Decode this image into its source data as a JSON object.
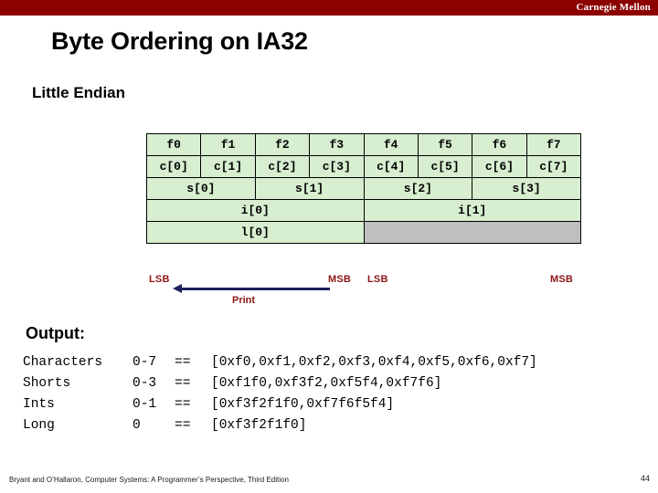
{
  "brand": {
    "name": "Carnegie Mellon",
    "bar_color": "#8C0000"
  },
  "slide": {
    "title": "Byte Ordering on IA32",
    "section_heading": "Little Endian"
  },
  "memory_table": {
    "colors": {
      "cell_fill": "#D7EED0",
      "empty_fill": "#BFBFBF",
      "border": "#000000"
    },
    "rows": {
      "addresses": [
        "f0",
        "f1",
        "f2",
        "f3",
        "f4",
        "f5",
        "f6",
        "f7"
      ],
      "chars": [
        "c[0]",
        "c[1]",
        "c[2]",
        "c[3]",
        "c[4]",
        "c[5]",
        "c[6]",
        "c[7]"
      ],
      "shorts": [
        "s[0]",
        "s[1]",
        "s[2]",
        "s[3]"
      ],
      "ints": [
        "i[0]",
        "i[1]"
      ],
      "longs": [
        "l[0]"
      ]
    }
  },
  "annotations": {
    "lsb_left": "LSB",
    "msb_left": "MSB",
    "lsb_right": "LSB",
    "msb_right": "MSB",
    "print_label": "Print",
    "tag_color": "#8C1515",
    "arrow_color": "#1F1F5C"
  },
  "output": {
    "heading": "Output:",
    "lines": [
      {
        "kind": "Characters",
        "range": "0-7",
        "eq": "==",
        "value": "[0xf0,0xf1,0xf2,0xf3,0xf4,0xf5,0xf6,0xf7]"
      },
      {
        "kind": "Shorts",
        "range": "0-3",
        "eq": "==",
        "value": "[0xf1f0,0xf3f2,0xf5f4,0xf7f6]"
      },
      {
        "kind": "Ints",
        "range": "0-1",
        "eq": "==",
        "value": "[0xf3f2f1f0,0xf7f6f5f4]"
      },
      {
        "kind": "Long",
        "range": "0",
        "eq": "==",
        "value": "[0xf3f2f1f0]"
      }
    ]
  },
  "footer": {
    "citation": "Bryant and O’Hallaron, Computer Systems: A Programmer’s Perspective, Third Edition",
    "page_number": "44"
  }
}
